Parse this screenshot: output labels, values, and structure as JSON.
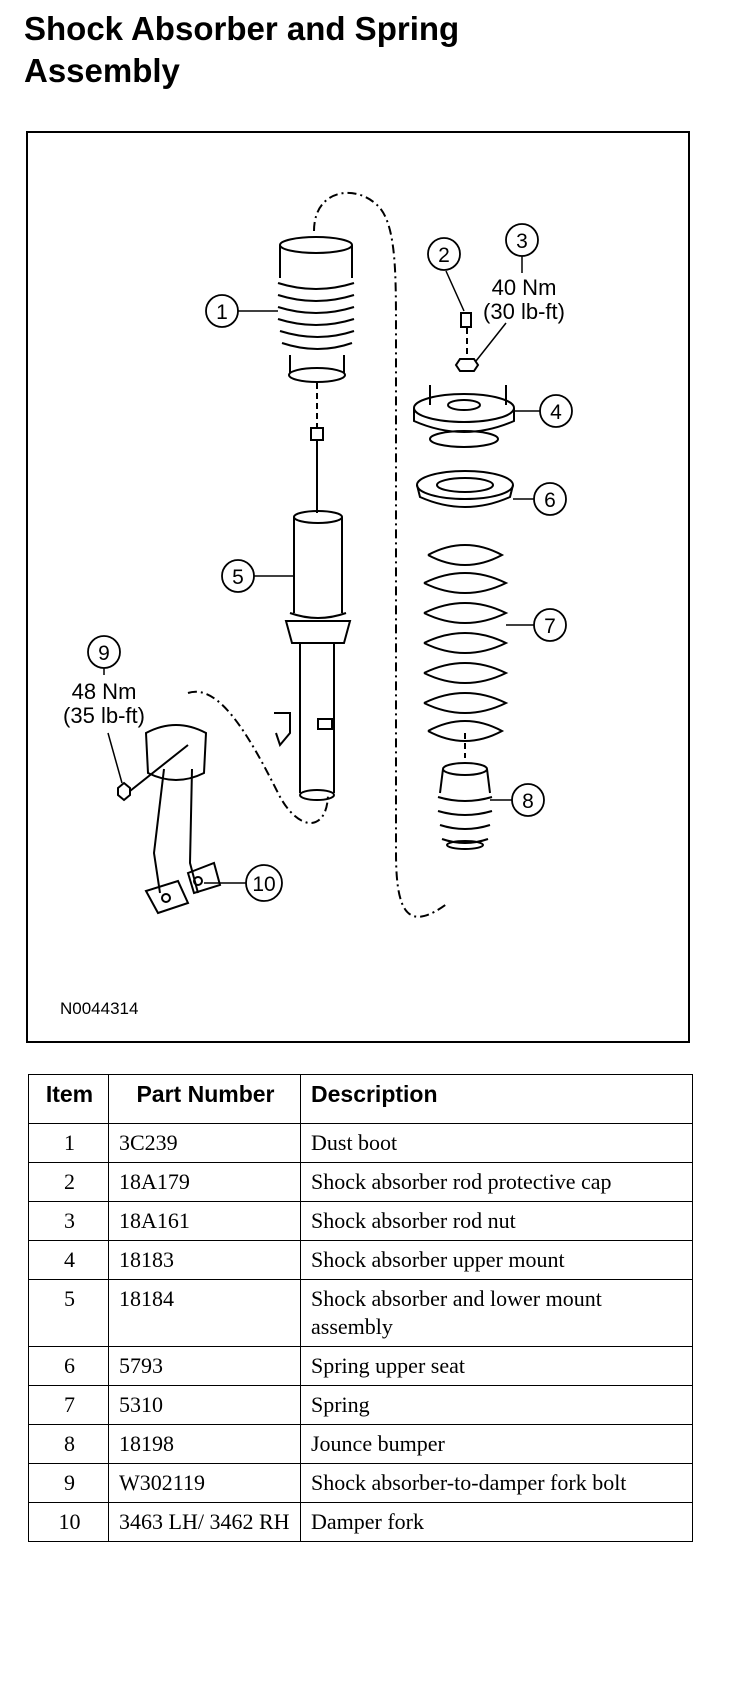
{
  "title": {
    "line1": "Shock Absorber and Spring",
    "line2": "Assembly"
  },
  "figure": {
    "figure_id": "N0044314",
    "callouts": [
      {
        "number": "1"
      },
      {
        "number": "2"
      },
      {
        "number": "3",
        "torque_nm": "40 Nm",
        "torque_lbft": "(30 lb-ft)"
      },
      {
        "number": "4"
      },
      {
        "number": "5"
      },
      {
        "number": "6"
      },
      {
        "number": "7"
      },
      {
        "number": "8"
      },
      {
        "number": "9",
        "torque_nm": "48 Nm",
        "torque_lbft": "(35 lb-ft)"
      },
      {
        "number": "10"
      }
    ]
  },
  "table": {
    "headers": {
      "item": "Item",
      "part_number": "Part Number",
      "description": "Description"
    },
    "rows": [
      {
        "item": "1",
        "part_number": "3C239",
        "description": "Dust boot"
      },
      {
        "item": "2",
        "part_number": "18A179",
        "description": "Shock absorber rod protective cap"
      },
      {
        "item": "3",
        "part_number": "18A161",
        "description": "Shock absorber rod nut"
      },
      {
        "item": "4",
        "part_number": "18183",
        "description": "Shock absorber upper mount"
      },
      {
        "item": "5",
        "part_number": "18184",
        "description": "Shock absorber and lower mount assembly"
      },
      {
        "item": "6",
        "part_number": "5793",
        "description": "Spring upper seat"
      },
      {
        "item": "7",
        "part_number": "5310",
        "description": "Spring"
      },
      {
        "item": "8",
        "part_number": "18198",
        "description": "Jounce bumper"
      },
      {
        "item": "9",
        "part_number": "W302119",
        "description": "Shock absorber-to-damper fork bolt"
      },
      {
        "item": "10",
        "part_number": "3463 LH/ 3462 RH",
        "description": "Damper fork"
      }
    ]
  }
}
